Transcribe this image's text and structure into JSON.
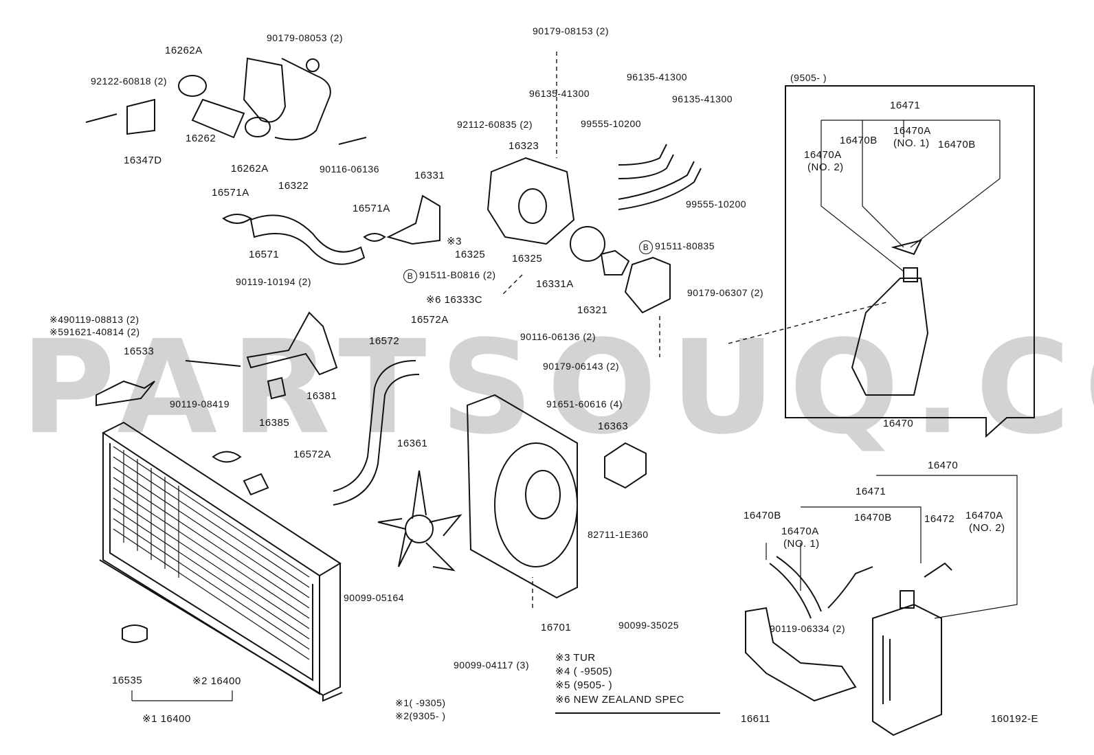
{
  "watermark": "PARTSOUQ.COM",
  "diagram_code": "160192-E",
  "labels": {
    "p92122_60818": "92122-60818 (2)",
    "p16262A_top": "16262A",
    "p90179_08053": "90179-08053 (2)",
    "p16262": "16262",
    "p16347D": "16347D",
    "p16262A_bot": "16262A",
    "p16322": "16322",
    "p90116_06136_top": "90116-06136",
    "p90179_08153": "90179-08153 (2)",
    "p96135_41300_a": "96135-41300",
    "p96135_41300_b": "96135-41300",
    "p96135_41300_c": "96135-41300",
    "p92112_60835": "92112-60835 (2)",
    "p99555_10200_a": "99555-10200",
    "p99555_10200_b": "99555-10200",
    "p16323": "16323",
    "p16331": "16331",
    "p16571A_a": "16571A",
    "p16571A_b": "16571A",
    "p16571": "16571",
    "star3": "※3",
    "p16325_a": "16325",
    "p16325_b": "16325",
    "p91511_80835": "91511-80835",
    "p91511_B0816": "91511-B0816 (2)",
    "circle_b_1": "B",
    "circle_b_2": "B",
    "p16331A": "16331A",
    "p90119_10194": "90119-10194 (2)",
    "p16333C": "※6 16333C",
    "p16321": "16321",
    "p90179_06307": "90179-06307 (2)",
    "p90119_08813": "※490119-08813 (2)",
    "p91621_40814": "※591621-40814 (2)",
    "p16572A_top": "16572A",
    "p16572": "16572",
    "p90116_06136_mid": "90116-06136 (2)",
    "p16533": "16533",
    "p90179_06143": "90179-06143 (2)",
    "p90119_08419": "90119-08419",
    "p16381": "16381",
    "p16385": "16385",
    "p91651_60616": "91651-60616 (4)",
    "p16363": "16363",
    "p16572A_bot": "16572A",
    "p16361": "16361",
    "p82711_1E360": "82711-1E360",
    "p90099_05164": "90099-05164",
    "p16701": "16701",
    "p90099_35025": "90099-35025",
    "p90099_04117": "90099-04117 (3)",
    "p16535": "16535",
    "p16400_star2": "※2 16400",
    "p16400_star1": "※1 16400",
    "notes_left_1": "※1(          -9305)",
    "notes_left_2": "※2(9305-          )",
    "notes_right_3": "※3 TUR",
    "notes_right_4": "※4 (          -9505)",
    "notes_right_5": "※5 (9505-          )",
    "notes_right_6": "※6 NEW ZEALAND SPEC",
    "inset_range": "(9505-          )",
    "inset_16471": "16471",
    "inset_16470A_no1": "16470A",
    "inset_no1": "(NO. 1)",
    "inset_16470B_a": "16470B",
    "inset_16470B_b": "16470B",
    "inset_16470A_no2": "16470A",
    "inset_no2": "(NO. 2)",
    "inset_16470": "16470",
    "r_16470": "16470",
    "r_16471": "16471",
    "r_16470B_a": "16470B",
    "r_16470A_no1": "16470A",
    "r_no1": "(NO. 1)",
    "r_16470B_b": "16470B",
    "r_16472": "16472",
    "r_16470A_no2": "16470A",
    "r_no2": "(NO. 2)",
    "r_90119_06334": "90119-06334 (2)",
    "r_16611": "16611"
  }
}
